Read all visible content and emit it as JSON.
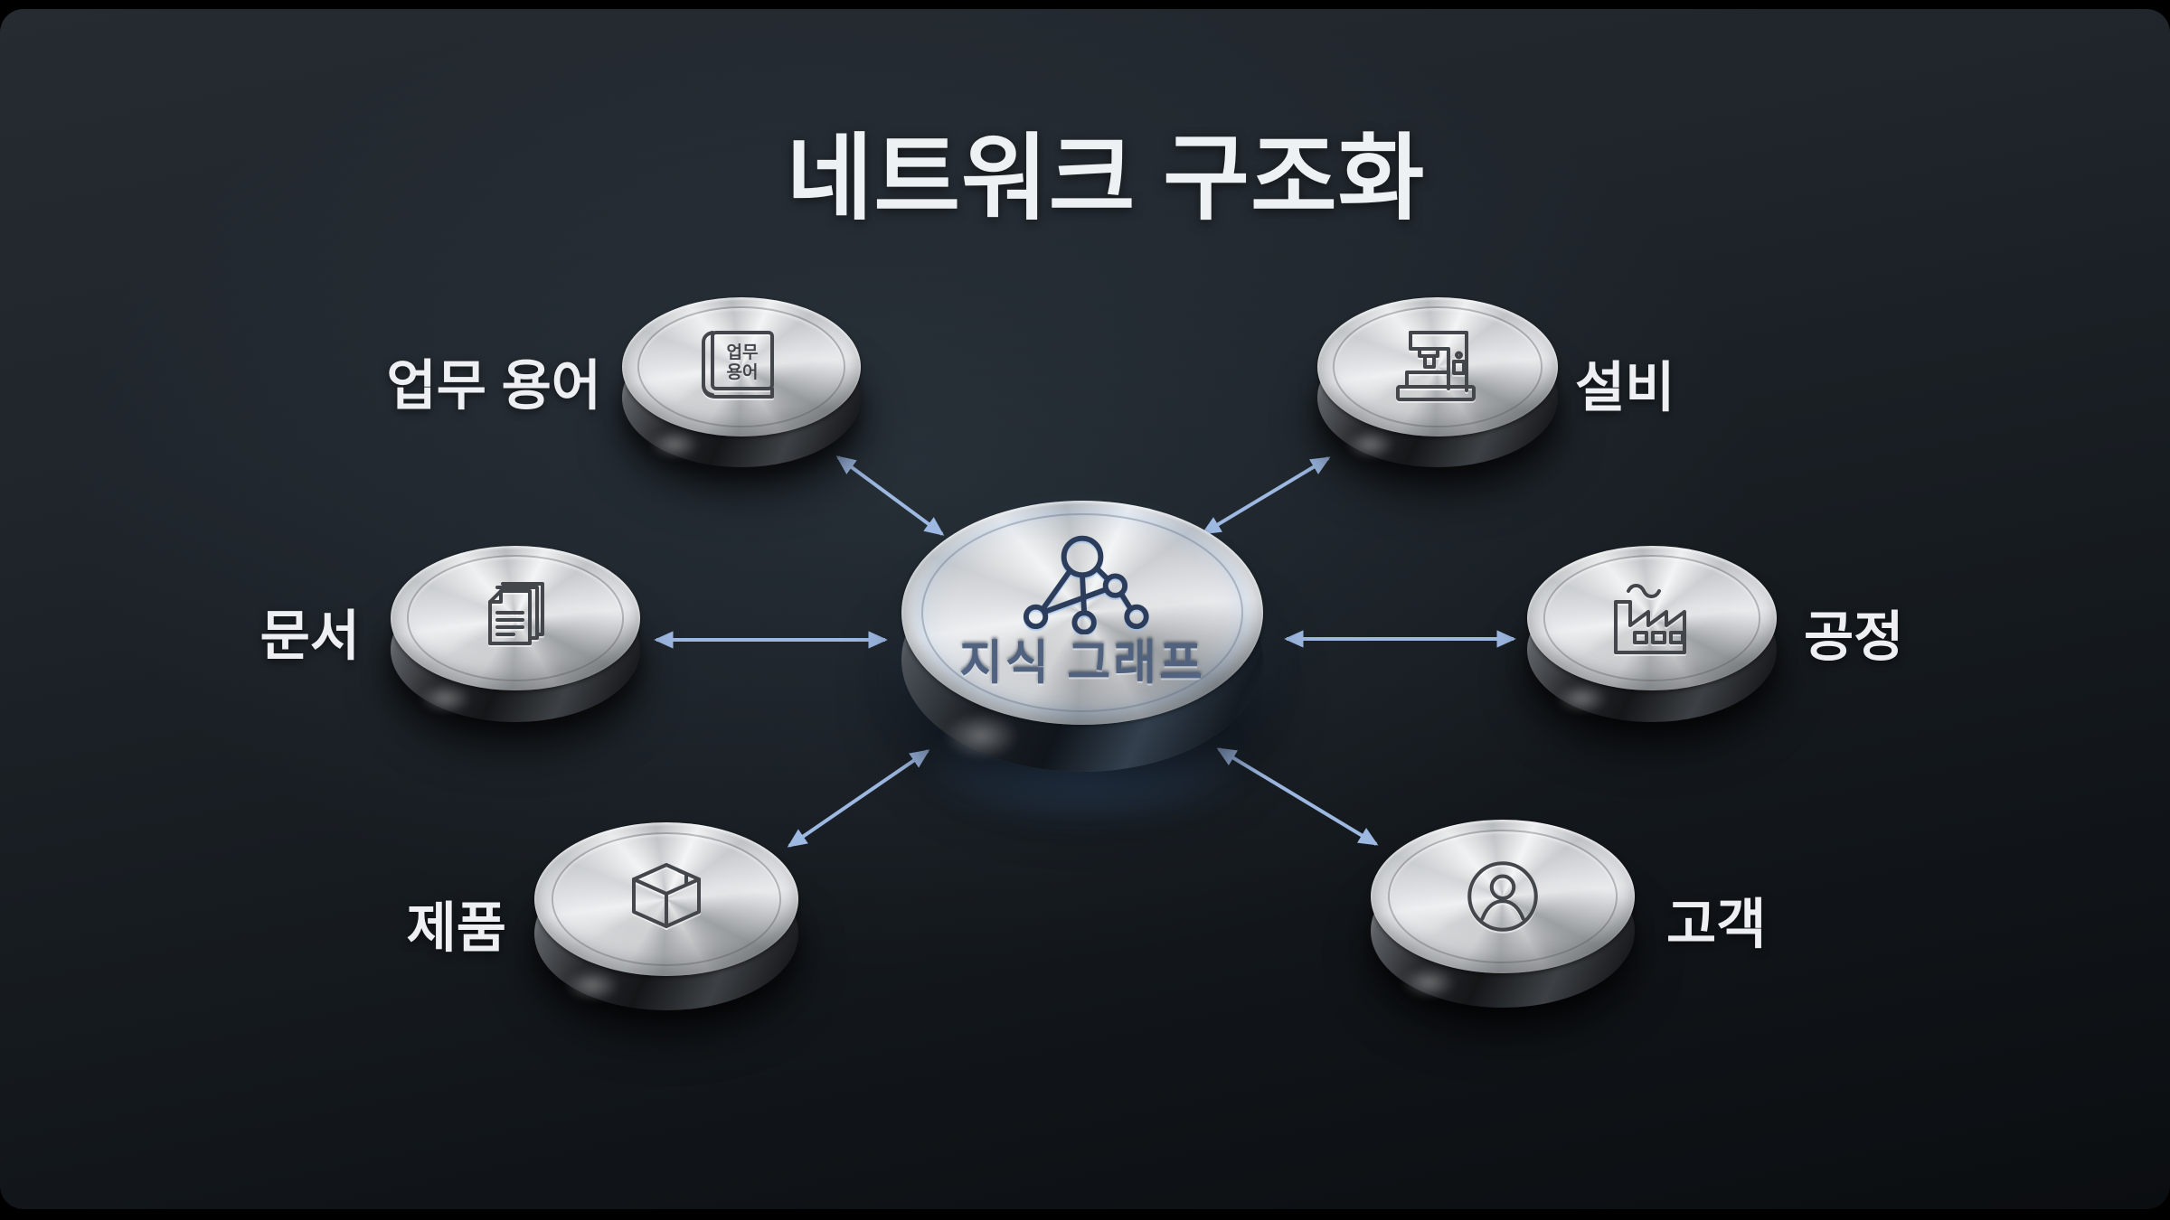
{
  "title": "네트워크 구조화",
  "hub": {
    "label": "지식 그래프",
    "icon": "network-graph-icon"
  },
  "nodes": [
    {
      "id": "business-terms",
      "label": "업무 용어",
      "icon": "glossary-book-icon",
      "book_cover": [
        "업무",
        "용어"
      ],
      "position": "top-left",
      "label_side": "left"
    },
    {
      "id": "equipment",
      "label": "설비",
      "icon": "machine-icon",
      "position": "top-right",
      "label_side": "right"
    },
    {
      "id": "documents",
      "label": "문서",
      "icon": "documents-icon",
      "position": "middle-left",
      "label_side": "left"
    },
    {
      "id": "process",
      "label": "공정",
      "icon": "factory-icon",
      "position": "middle-right",
      "label_side": "right"
    },
    {
      "id": "product",
      "label": "제품",
      "icon": "package-box-icon",
      "position": "bottom-left",
      "label_side": "left"
    },
    {
      "id": "customer",
      "label": "고객",
      "icon": "person-icon",
      "position": "bottom-right",
      "label_side": "right"
    }
  ],
  "connections": {
    "style": "double-headed-arrows",
    "links": [
      {
        "from": "지식 그래프",
        "to": "업무 용어"
      },
      {
        "from": "지식 그래프",
        "to": "설비"
      },
      {
        "from": "지식 그래프",
        "to": "문서"
      },
      {
        "from": "지식 그래프",
        "to": "공정"
      },
      {
        "from": "지식 그래프",
        "to": "제품"
      },
      {
        "from": "지식 그래프",
        "to": "고객"
      }
    ]
  },
  "colors": {
    "background": "#1b2125",
    "arrow": "#9db8e1",
    "label_text": "#edeff2",
    "engraved_hub_text": "#51627f",
    "metal_highlight": "#f0f1f2",
    "metal_shadow": "#26282b",
    "hub_glow": "#73aaf0"
  }
}
